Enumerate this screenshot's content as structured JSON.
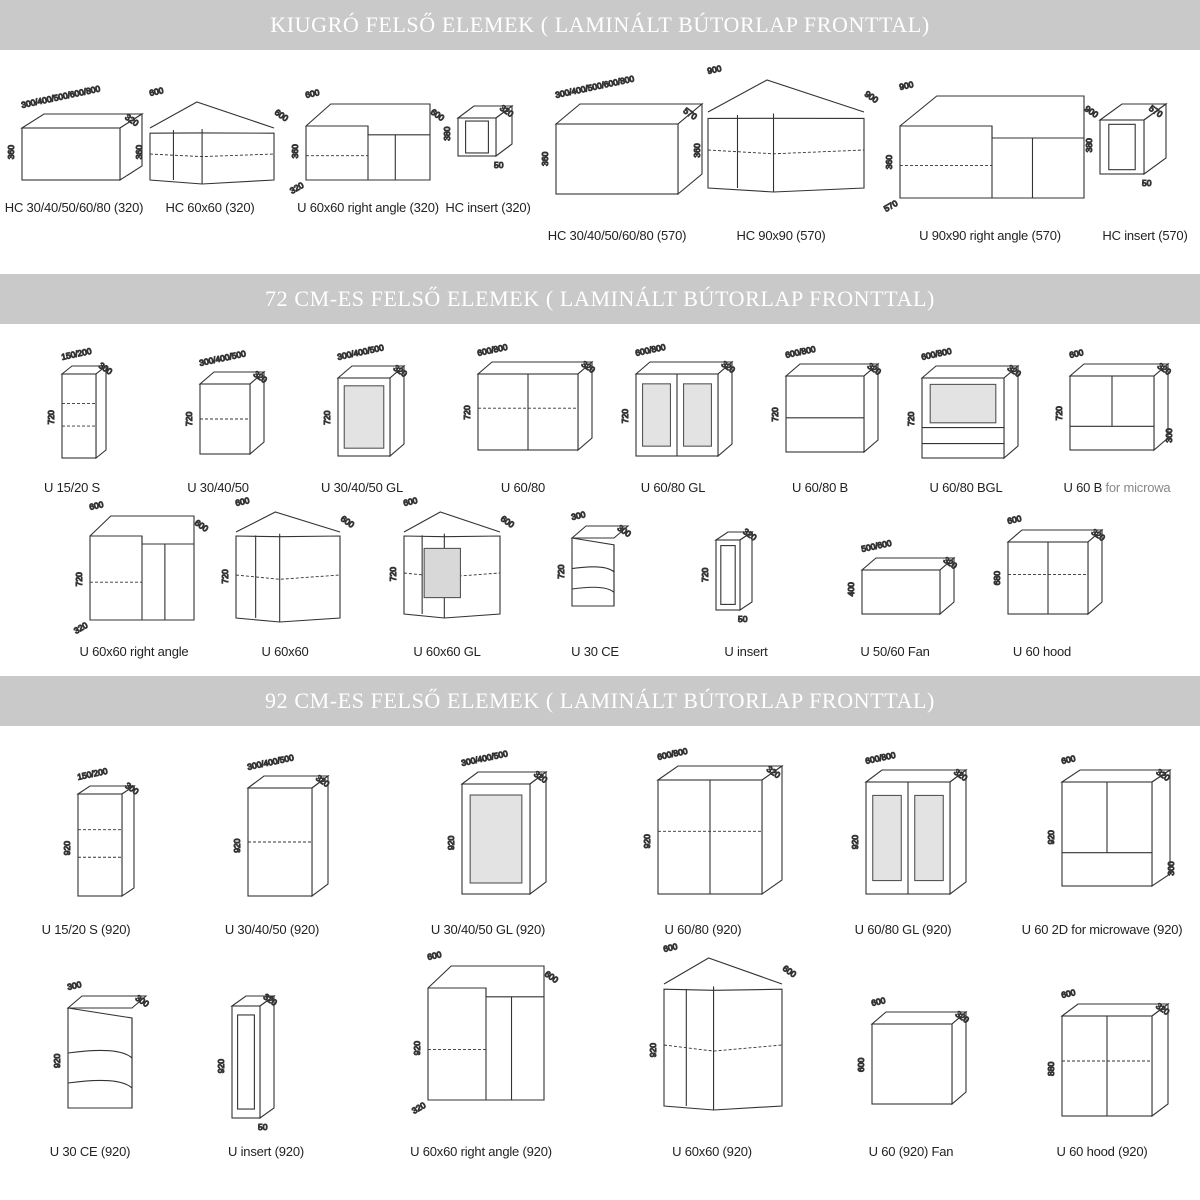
{
  "sections": [
    {
      "title": "KIUGRÓ  FELSŐ ELEMEK ( LAMINÁLT BÚTORLAP FRONTTAL)",
      "items": [
        {
          "label": "HC 30/40/50/60/80 (320)",
          "w": "300/400/500/600/800",
          "d": "320",
          "h": "360"
        },
        {
          "label": "HC 60x60 (320)",
          "w": "600",
          "d": "600",
          "h": "360"
        },
        {
          "label": "U  60x60 right angle (320)",
          "w": "600",
          "d": "600",
          "h": "360",
          "d2": "320"
        },
        {
          "label": "HC insert (320)",
          "d": "320",
          "h": "380",
          "e": "50"
        },
        {
          "label": "HC 30/40/50/60/80 (570)",
          "w": "300/400/500/600/800",
          "d": "570",
          "h": "360"
        },
        {
          "label": "HC 90x90 (570)",
          "w": "900",
          "d": "900",
          "h": "360"
        },
        {
          "label": "U  90x90 right angle (570)",
          "w": "900",
          "d": "900",
          "h": "360",
          "d2": "570"
        },
        {
          "label": "HC insert (570)",
          "d": "570",
          "h": "380",
          "e": "50"
        }
      ]
    },
    {
      "title": "72 CM-ES FELSŐ ELEMEK ( LAMINÁLT BÚTORLAP FRONTTAL)",
      "items": [
        {
          "label": "U 15/20 S",
          "w": "150/200",
          "d": "300",
          "h": "720"
        },
        {
          "label": "U 30/40/50",
          "w": "300/400/500",
          "d": "320",
          "h": "720"
        },
        {
          "label": "U 30/40/50 GL",
          "w": "300/400/500",
          "d": "320",
          "h": "720"
        },
        {
          "label": "U 60/80",
          "w": "600/800",
          "d": "320",
          "h": "720"
        },
        {
          "label": "U 60/80 GL",
          "w": "600/800",
          "d": "320",
          "h": "720"
        },
        {
          "label": "U 60/80 B",
          "w": "600/800",
          "d": "320",
          "h": "720"
        },
        {
          "label": "U 60/80 BGL",
          "w": "600/800",
          "d": "320",
          "h": "720"
        },
        {
          "label": "U 60 B",
          "label_extra": "for microwa",
          "w": "600",
          "d": "320",
          "h": "720",
          "h2": "300"
        },
        {
          "label": "U 60x60 right angle",
          "w": "600",
          "d": "600",
          "h": "720",
          "d2": "320"
        },
        {
          "label": "U 60x60",
          "w": "600",
          "d": "600",
          "h": "720"
        },
        {
          "label": "U 60x60 GL",
          "w": "600",
          "d": "600",
          "h": "720"
        },
        {
          "label": "U 30 CE",
          "w": "300",
          "d": "300",
          "h": "720"
        },
        {
          "label": "U insert",
          "d": "320",
          "h": "720",
          "e": "50"
        },
        {
          "label": "U 50/60 Fan",
          "w": "500/600",
          "d": "320",
          "h": "400"
        },
        {
          "label": "U 60 hood",
          "w": "600",
          "d": "320",
          "h": "680"
        }
      ]
    },
    {
      "title": "92 CM-ES FELSŐ ELEMEK ( LAMINÁLT BÚTORLAP FRONTTAL)",
      "items": [
        {
          "label": "U 15/20 S (920)",
          "w": "150/200",
          "d": "300",
          "h": "920"
        },
        {
          "label": "U 30/40/50 (920)",
          "w": "300/400/500",
          "d": "320",
          "h": "920"
        },
        {
          "label": "U 30/40/50 GL (920)",
          "w": "300/400/500",
          "d": "320",
          "h": "920"
        },
        {
          "label": "U 60/80 (920)",
          "w": "600/800",
          "d": "320",
          "h": "920"
        },
        {
          "label": "U 60/80 GL (920)",
          "w": "600/800",
          "d": "320",
          "h": "920"
        },
        {
          "label": "U 60 2D for microwave (920)",
          "w": "600",
          "d": "320",
          "h": "920",
          "h2": "300"
        },
        {
          "label": "U 30 CE (920)",
          "w": "300",
          "d": "300",
          "h": "920"
        },
        {
          "label": "U insert (920)",
          "d": "320",
          "h": "920",
          "e": "50"
        },
        {
          "label": "U  60x60 right angle (920)",
          "w": "600",
          "d": "600",
          "h": "920",
          "d2": "320"
        },
        {
          "label": "U 60x60 (920)",
          "w": "600",
          "d": "600",
          "h": "920"
        },
        {
          "label": "U 60 (920) Fan",
          "w": "600",
          "d": "320",
          "h": "600"
        },
        {
          "label": "U 60 hood (920)",
          "w": "600",
          "d": "320",
          "h": "880"
        }
      ]
    }
  ]
}
